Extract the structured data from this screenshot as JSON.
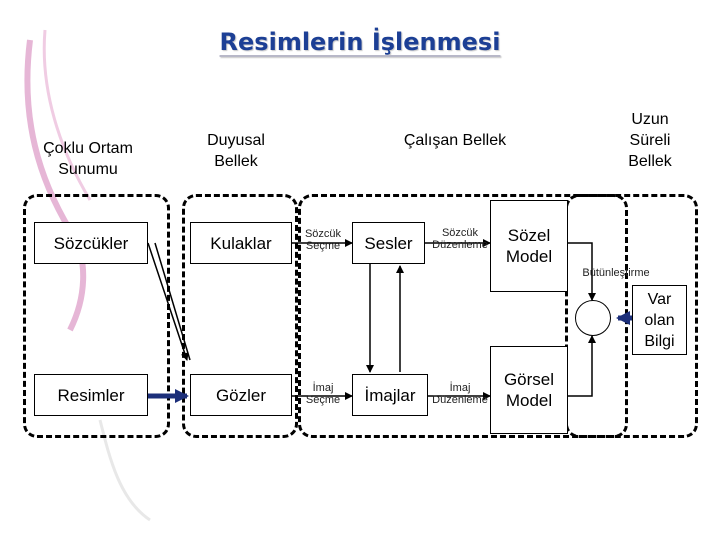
{
  "title": "Resimlerin İşlenmesi",
  "headers": {
    "multimedia": "Çoklu Ortam Sunumu",
    "sensory": "Duyusal Bellek",
    "working": "Çalışan Bellek",
    "longterm": "Uzun Süreli Bellek"
  },
  "boxes": {
    "words": "Sözcükler",
    "pictures": "Resimler",
    "ears": "Kulaklar",
    "eyes": "Gözler",
    "sounds": "Sesler",
    "images": "İmajlar",
    "verbal_model": "Sözel Model",
    "pictorial_model": "Görsel Model",
    "prior_knowledge": "Var olan Bilgi"
  },
  "processes": {
    "select_words": "Sözcük Seçme",
    "select_images": "İmaj Seçme",
    "organize_words": "Sözcük Düzenleme",
    "organize_images": "İmaj Düzenleme",
    "integrate": "Bütünleştirme"
  }
}
